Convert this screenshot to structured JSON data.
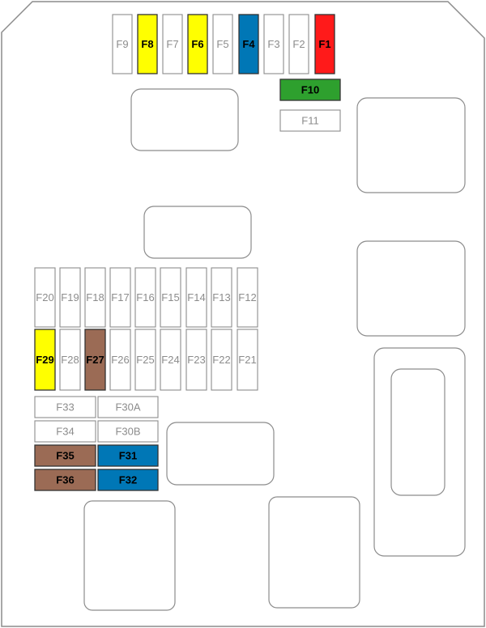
{
  "fuses_top": [
    {
      "label": "F9",
      "color": "#ffffff"
    },
    {
      "label": "F8",
      "color": "#ffff00"
    },
    {
      "label": "F7",
      "color": "#ffffff"
    },
    {
      "label": "F6",
      "color": "#ffff00"
    },
    {
      "label": "F5",
      "color": "#ffffff"
    },
    {
      "label": "F4",
      "color": "#0077b6"
    },
    {
      "label": "F3",
      "color": "#ffffff"
    },
    {
      "label": "F2",
      "color": "#ffffff"
    },
    {
      "label": "F1",
      "color": "#ff1a1a"
    }
  ],
  "fuses_right": [
    {
      "label": "F10",
      "color": "#2ea02e"
    },
    {
      "label": "F11",
      "color": "#ffffff"
    }
  ],
  "fuses_mid_upper": [
    {
      "label": "F20",
      "color": "#ffffff"
    },
    {
      "label": "F19",
      "color": "#ffffff"
    },
    {
      "label": "F18",
      "color": "#ffffff"
    },
    {
      "label": "F17",
      "color": "#ffffff"
    },
    {
      "label": "F16",
      "color": "#ffffff"
    },
    {
      "label": "F15",
      "color": "#ffffff"
    },
    {
      "label": "F14",
      "color": "#ffffff"
    },
    {
      "label": "F13",
      "color": "#ffffff"
    },
    {
      "label": "F12",
      "color": "#ffffff"
    }
  ],
  "fuses_mid_lower": [
    {
      "label": "F29",
      "color": "#ffff00"
    },
    {
      "label": "F28",
      "color": "#ffffff"
    },
    {
      "label": "F27",
      "color": "#9b6b55"
    },
    {
      "label": "F26",
      "color": "#ffffff"
    },
    {
      "label": "F25",
      "color": "#ffffff"
    },
    {
      "label": "F24",
      "color": "#ffffff"
    },
    {
      "label": "F23",
      "color": "#ffffff"
    },
    {
      "label": "F22",
      "color": "#ffffff"
    },
    {
      "label": "F21",
      "color": "#ffffff"
    }
  ],
  "fuses_bottom_left": [
    {
      "label": "F33",
      "color": "#ffffff"
    },
    {
      "label": "F34",
      "color": "#ffffff"
    },
    {
      "label": "F35",
      "color": "#9b6b55"
    },
    {
      "label": "F36",
      "color": "#9b6b55"
    }
  ],
  "fuses_bottom_right": [
    {
      "label": "F30A",
      "color": "#ffffff"
    },
    {
      "label": "F30B",
      "color": "#ffffff"
    },
    {
      "label": "F31",
      "color": "#0077b6"
    },
    {
      "label": "F32",
      "color": "#0077b6"
    }
  ],
  "colors": {
    "outline": "#8c8c8c",
    "empty_label": "#8c8c8c",
    "active_label": "#000000"
  }
}
